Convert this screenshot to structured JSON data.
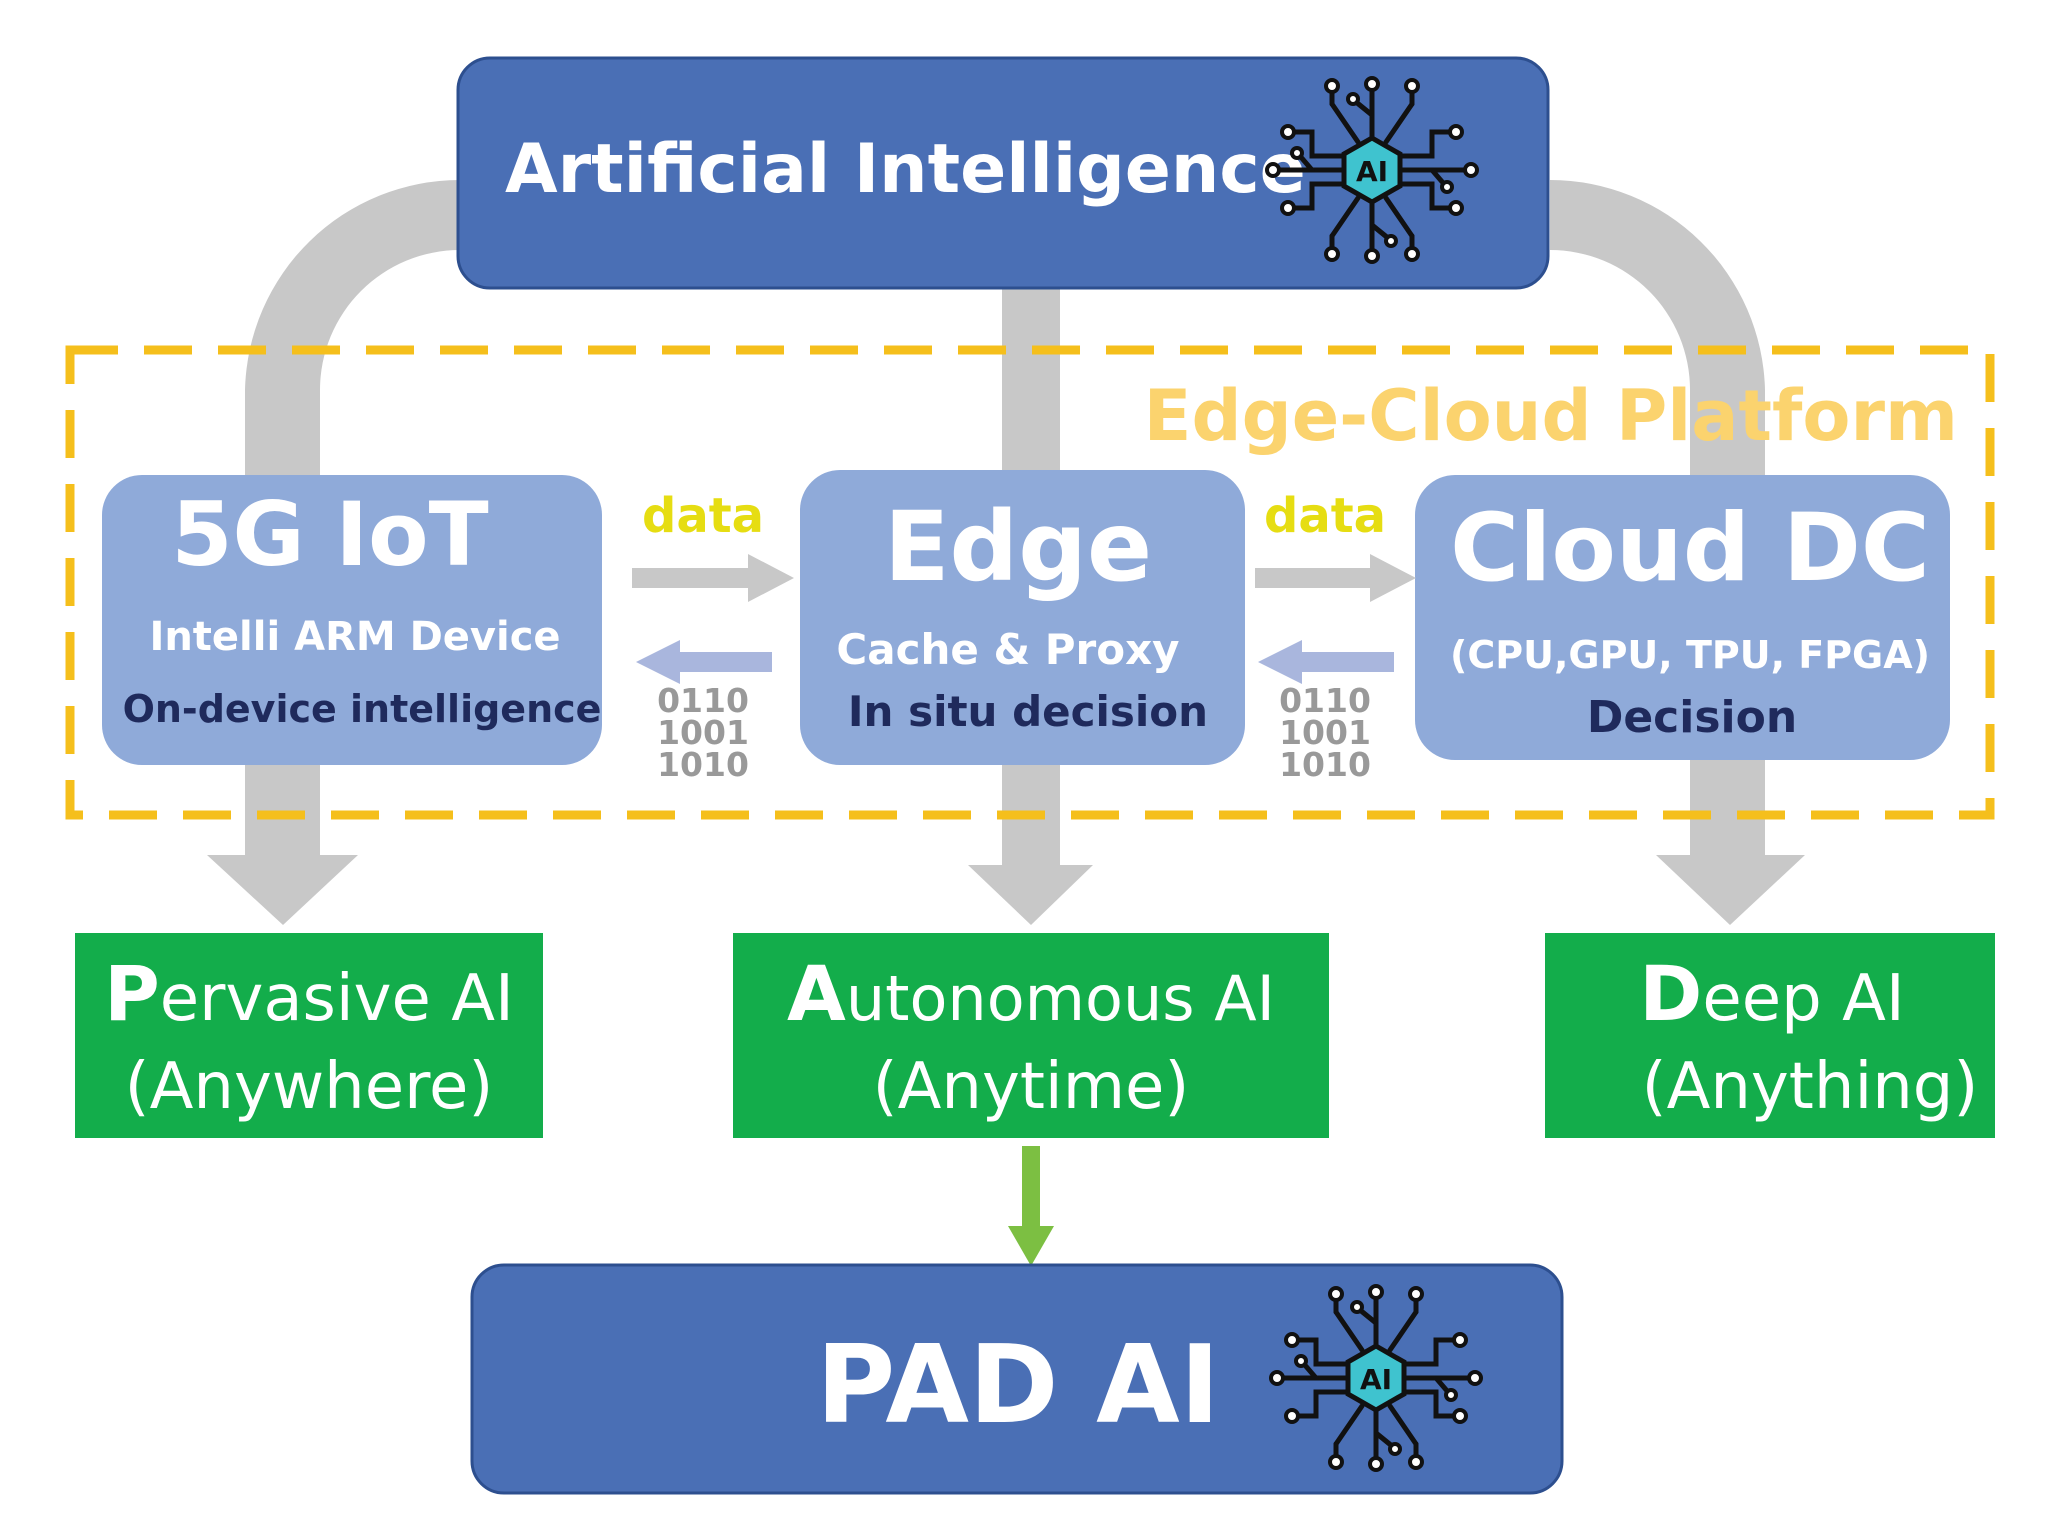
{
  "top_box": {
    "title": "Artificial Intelligence",
    "icon": "ai-chip-icon",
    "icon_label": "AI"
  },
  "platform": {
    "label": "Edge-Cloud Platform"
  },
  "nodes": [
    {
      "title": "5G IoT",
      "line1": "Intelli ARM Device",
      "line2": "On-device intelligence"
    },
    {
      "title": "Edge",
      "line1": "Cache & Proxy",
      "line2": "In situ decision"
    },
    {
      "title": "Cloud DC",
      "line1": "(CPU,GPU, TPU, FPGA)",
      "line2": "Decision"
    }
  ],
  "links": [
    {
      "label": "data",
      "binary": [
        "0110",
        "1001",
        "1010"
      ]
    },
    {
      "label": "data",
      "binary": [
        "0110",
        "1001",
        "1010"
      ]
    }
  ],
  "outcomes": [
    {
      "initial": "P",
      "rest": "ervasive AI",
      "sub": "(Anywhere)"
    },
    {
      "initial": "A",
      "rest": "utonomous AI",
      "sub": "(Anytime)"
    },
    {
      "initial": "D",
      "rest": "eep AI",
      "sub": "(Anything)"
    }
  ],
  "bottom_box": {
    "title": "PAD AI",
    "icon": "ai-chip-icon",
    "icon_label": "AI"
  },
  "colors": {
    "primary_blue": "#4a6fb5",
    "node_blue": "#8faad9",
    "green": "#13ad4b",
    "gold": "#f5bf1c",
    "label_gold": "#fbd36e",
    "data_yellow": "#e6dd12",
    "gray_arrow": "#c8c8c8",
    "light_arrow": "#a9b6dd",
    "navy_text": "#1f2a5c",
    "green_arrow": "#7cbf42"
  }
}
